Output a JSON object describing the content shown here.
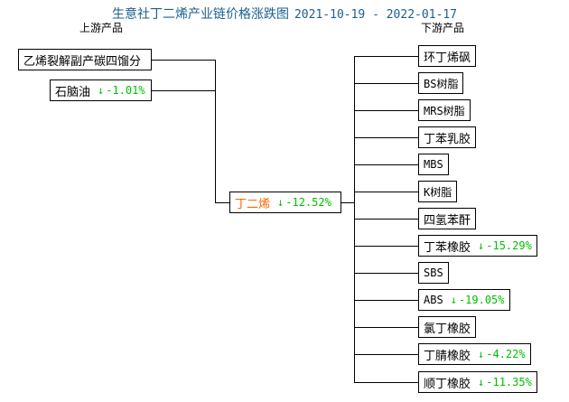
{
  "title": {
    "main": "生意社丁二烯产业链价格涨跌图",
    "date_range": "2021-10-19 - 2022-01-17",
    "color": "#1a5f8e"
  },
  "columns": {
    "upstream_header": "上游产品",
    "downstream_header": "下游产品"
  },
  "colors": {
    "background": "#ffffff",
    "box_border": "#000000",
    "text": "#000000",
    "center_node_text": "#ff6600",
    "down_percent": "#00c000",
    "title": "#1a5f8e"
  },
  "icons": {
    "down_arrow": "↓"
  },
  "center": {
    "name": "丁二烯",
    "arrow": "↓",
    "change": "-12.52%"
  },
  "upstream": [
    {
      "name": "乙烯裂解副产碳四馏分",
      "arrow": "",
      "change": ""
    },
    {
      "name": "石脑油",
      "arrow": "↓",
      "change": "-1.01%"
    }
  ],
  "downstream": [
    {
      "name": "环丁烯砜",
      "arrow": "",
      "change": ""
    },
    {
      "name": "BS树脂",
      "arrow": "",
      "change": ""
    },
    {
      "name": "MRS树脂",
      "arrow": "",
      "change": ""
    },
    {
      "name": "丁苯乳胶",
      "arrow": "",
      "change": ""
    },
    {
      "name": "MBS",
      "arrow": "",
      "change": ""
    },
    {
      "name": "K树脂",
      "arrow": "",
      "change": ""
    },
    {
      "name": "四氢苯酐",
      "arrow": "",
      "change": ""
    },
    {
      "name": "丁苯橡胶",
      "arrow": "↓",
      "change": "-15.29%"
    },
    {
      "name": "SBS",
      "arrow": "",
      "change": ""
    },
    {
      "name": "ABS",
      "arrow": "↓",
      "change": "-19.05%"
    },
    {
      "name": "氯丁橡胶",
      "arrow": "",
      "change": ""
    },
    {
      "name": "丁腈橡胶",
      "arrow": "↓",
      "change": "-4.22%"
    },
    {
      "name": "顺丁橡胶",
      "arrow": "↓",
      "change": "-11.35%"
    }
  ]
}
